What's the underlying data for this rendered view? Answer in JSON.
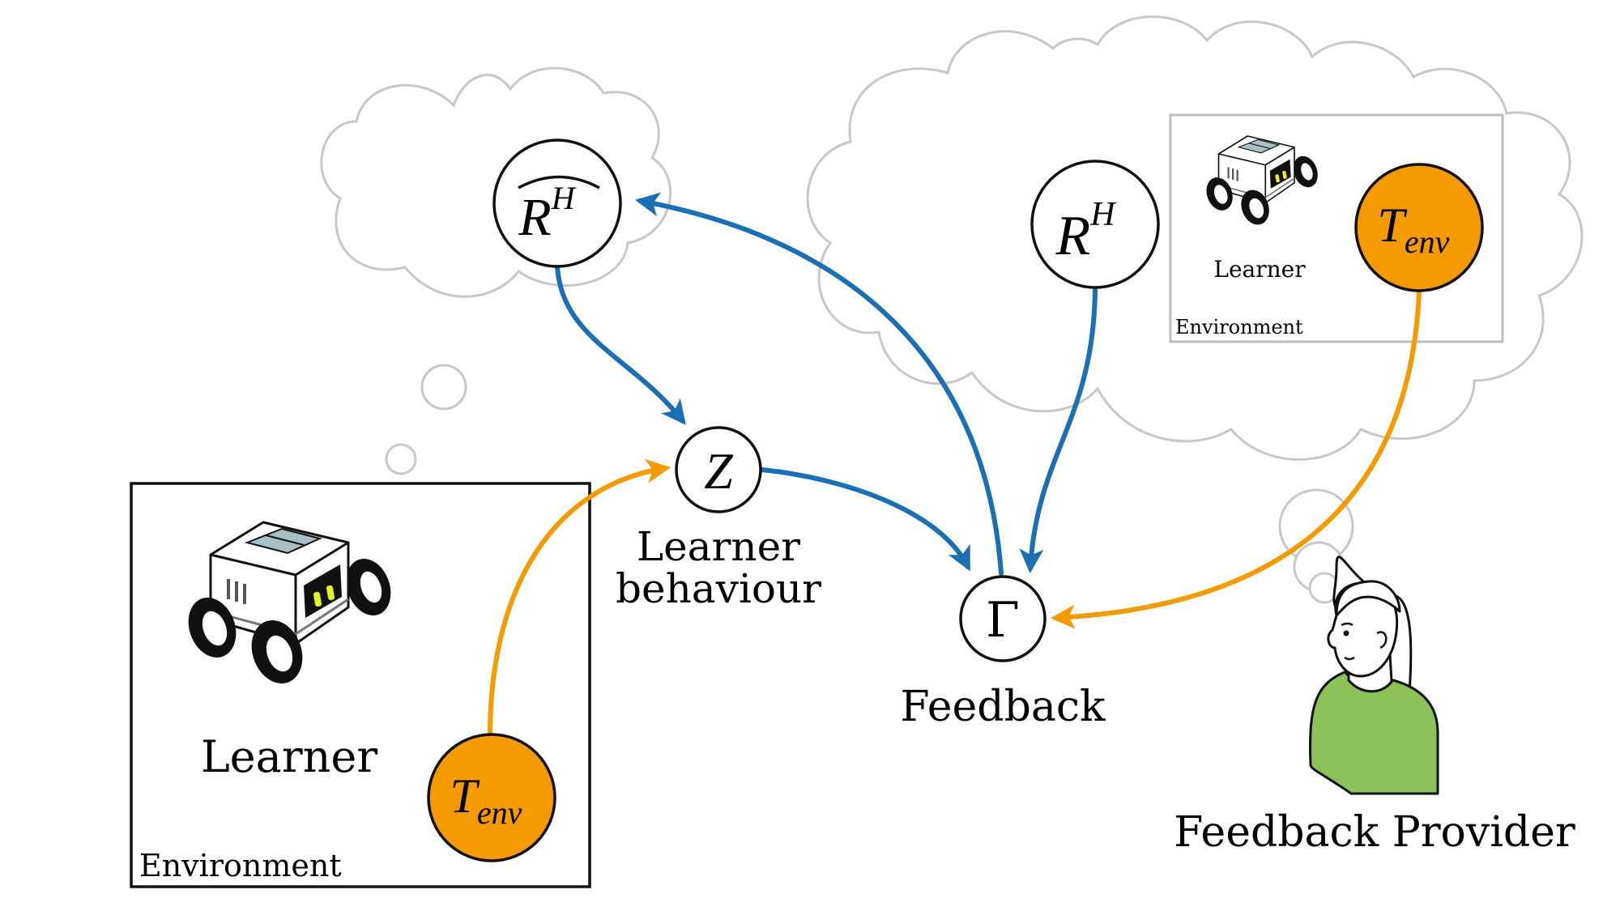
{
  "left_environment": {
    "caption": "Environment",
    "learner_label": "Learner",
    "transition_node": {
      "base": "T",
      "sub": "env",
      "color": "#f59a00"
    }
  },
  "belief_cloud": {
    "reward_estimate_node": {
      "base": "R",
      "sup": "H"
    }
  },
  "behaviour_node": {
    "symbol": "Z",
    "label_line1": "Learner",
    "label_line2": "behaviour"
  },
  "feedback_node": {
    "symbol": "Γ",
    "label": "Feedback"
  },
  "provider_cloud": {
    "reward_node": {
      "base": "R",
      "sup": "H"
    },
    "inner_environment": {
      "caption": "Environment",
      "learner_label": "Learner"
    },
    "transition_node": {
      "base": "T",
      "sub": "env",
      "color": "#f59a00"
    }
  },
  "provider_label": "Feedback Provider",
  "colors": {
    "blue_arrow": "#1a6fb5",
    "orange_arrow": "#f59a00",
    "cloud_stroke": "#c8c8c8",
    "shirt": "#8bc159",
    "robot_screen": "#e5ef2a",
    "robot_panel": "#a9bfc6"
  }
}
